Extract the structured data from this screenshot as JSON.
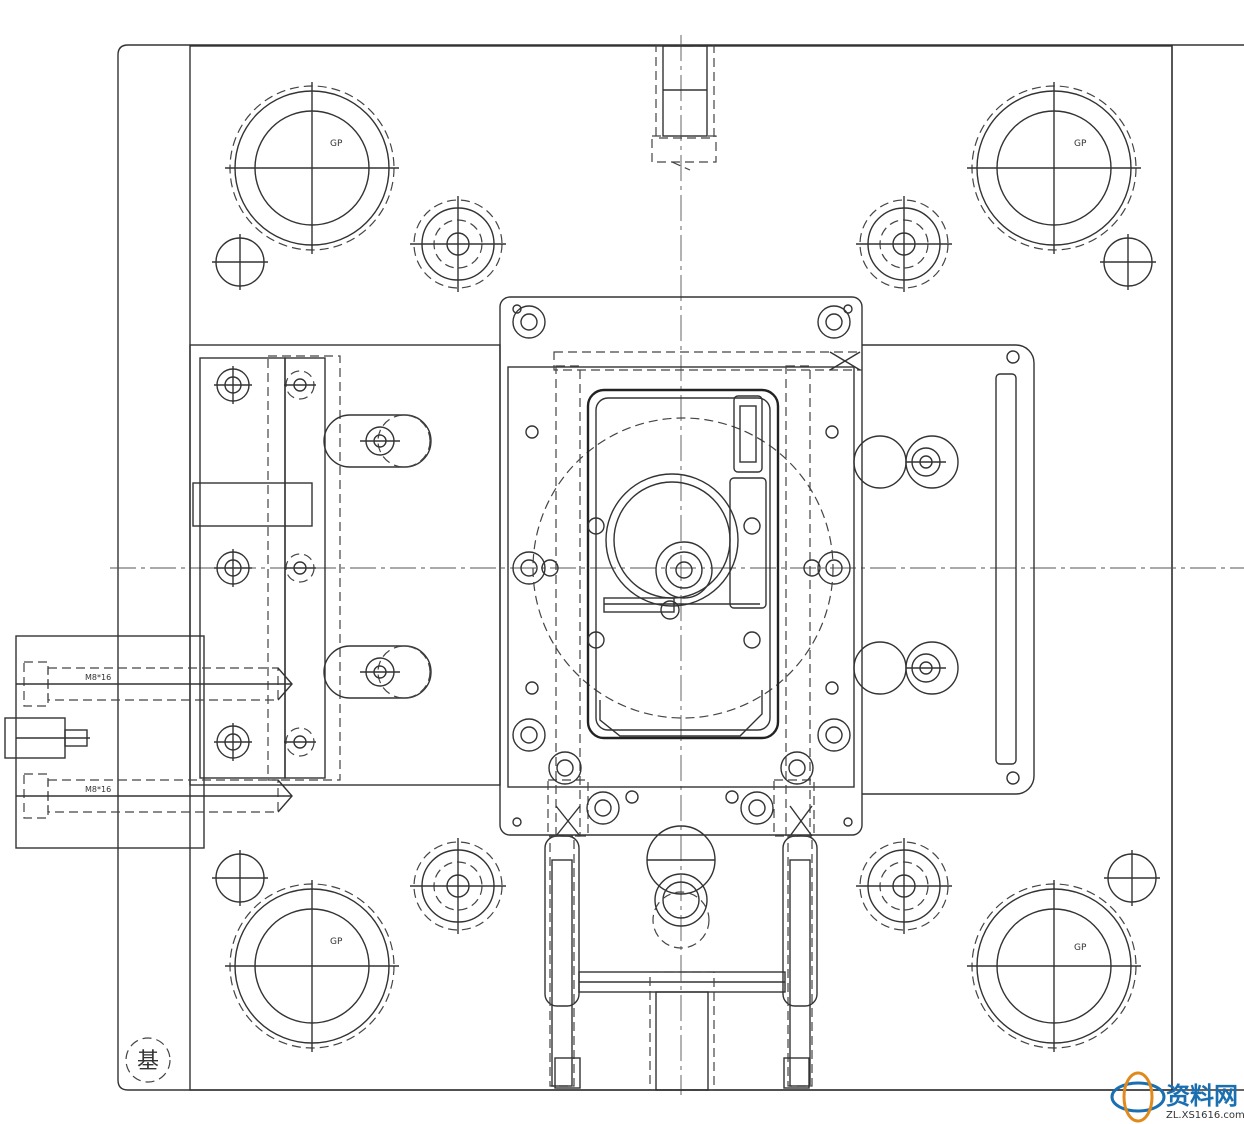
{
  "labels": {
    "guide_pin": "GP",
    "datum_mark": "基",
    "bolt_spec": "M8*16"
  },
  "watermark": {
    "brand": "资料网",
    "url": "ZL.XS1616.com"
  },
  "colors": {
    "line": "#333333",
    "watermark": "#1a6fb0"
  }
}
